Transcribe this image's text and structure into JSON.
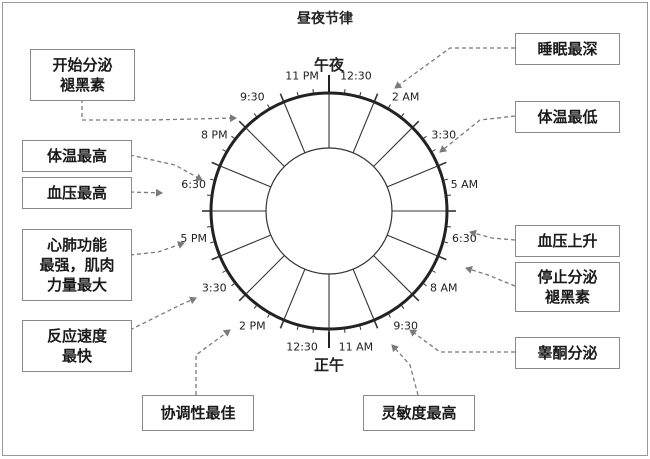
{
  "title": "昼夜节律",
  "midnight_label": "午夜",
  "noon_label": "正午",
  "time_labels": [
    "12:30",
    "2 AM",
    "3:30",
    "5 AM",
    "6:30",
    "8 AM",
    "9:30",
    "11 AM",
    "12:30",
    "2 PM",
    "3:30",
    "5 PM",
    "6:30",
    "8 PM",
    "9:30",
    "11 PM"
  ],
  "callouts": {
    "start_melatonin": [
      "开始分泌",
      "褪黑素"
    ],
    "deepest_sleep": [
      "睡眠最深"
    ],
    "lowest_body_temp": [
      "体温最低"
    ],
    "highest_body_temp": [
      "体温最高"
    ],
    "highest_blood_pressure": [
      "血压最高"
    ],
    "blood_pressure_rise": [
      "血压上升"
    ],
    "peak_cardio_strength": [
      "心肺功能",
      "最强，肌肉",
      "力量最大"
    ],
    "stop_melatonin": [
      "停止分泌",
      "褪黑素"
    ],
    "fastest_reaction": [
      "反应速度",
      "最快"
    ],
    "testosterone_secretion": [
      "睾酮分泌"
    ],
    "best_coordination": [
      "协调性最佳"
    ],
    "highest_alertness": [
      "灵敏度最高"
    ]
  }
}
